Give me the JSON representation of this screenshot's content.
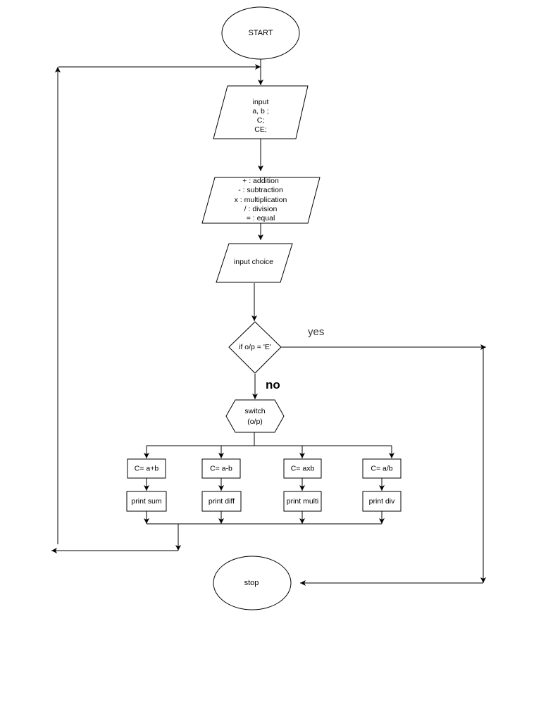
{
  "diagram": {
    "start": "START",
    "input_lines": [
      "input",
      "a, b ;",
      "C;",
      "CE;"
    ],
    "operations_lines": [
      "+ : addition",
      "- : subtraction",
      "x : multiplication",
      "/ : division",
      "= : equal"
    ],
    "input_choice": "input choice",
    "decision": "if o/p = 'E'",
    "yes_label": "yes",
    "no_label": "no",
    "switch_lines": [
      "switch",
      "(o/p)"
    ],
    "cases": [
      {
        "compute": "C= a+b",
        "print": "print sum"
      },
      {
        "compute": "C= a-b",
        "print": "print diff"
      },
      {
        "compute": "C= axb",
        "print": "print multi"
      },
      {
        "compute": "C= a/b",
        "print": "print div"
      }
    ],
    "stop": "stop"
  },
  "colors": {
    "background": "#ffffff",
    "stroke": "#000000",
    "text": "#000000",
    "edge_label": "#333333"
  }
}
